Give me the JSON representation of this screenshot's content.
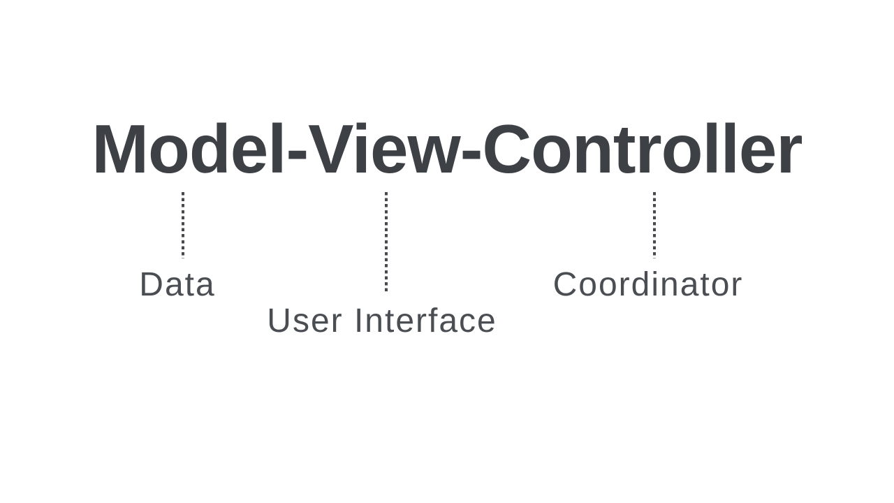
{
  "page": {
    "background": "#ffffff"
  },
  "title": {
    "text": "Model-View-Controller",
    "color": "#3d4045"
  },
  "diagram": {
    "connector_style": "dotted",
    "dot_color": "#46494e",
    "label_color": "#4a4e53",
    "items": [
      {
        "term": "Model",
        "label": "Data"
      },
      {
        "term": "View",
        "label": "User Interface"
      },
      {
        "term": "Controller",
        "label": "Coordinator"
      }
    ]
  }
}
